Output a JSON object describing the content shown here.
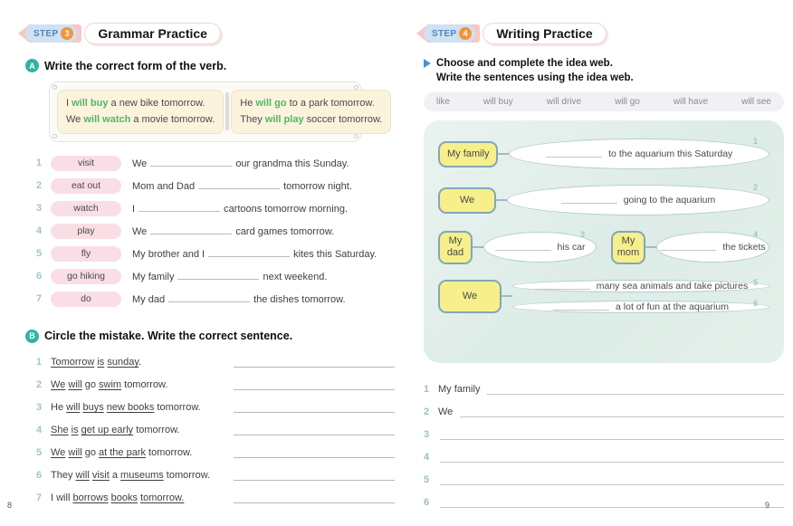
{
  "colors": {
    "green_highlight": "#4cb964",
    "pink_pill": "#fadee5",
    "teal_badge": "#33b39f",
    "orange_step": "#f0953a",
    "step_blue": "#4f86c0",
    "panel_mint": "#e6f1ed",
    "yellow_box": "#f6ef8b"
  },
  "page_left": {
    "page_number": "8",
    "step_label": "STEP",
    "step_number": "3",
    "step_title": "Grammar Practice",
    "section_a": {
      "badge": "A",
      "title": "Write the correct form of the verb.",
      "example_left": [
        {
          "segments": [
            {
              "text": "I "
            },
            {
              "text": "will buy",
              "green": true
            },
            {
              "text": " a new bike tomorrow."
            }
          ]
        },
        {
          "segments": [
            {
              "text": "We "
            },
            {
              "text": "will watch",
              "green": true
            },
            {
              "text": " a movie tomorrow."
            }
          ]
        }
      ],
      "example_right": [
        {
          "segments": [
            {
              "text": "He "
            },
            {
              "text": "will go",
              "green": true
            },
            {
              "text": " to a park tomorrow."
            }
          ]
        },
        {
          "segments": [
            {
              "text": "They "
            },
            {
              "text": "will play",
              "green": true
            },
            {
              "text": " soccer tomorrow."
            }
          ]
        }
      ],
      "items": [
        {
          "num": "1",
          "verb": "visit",
          "before": "We",
          "after": "our grandma this Sunday."
        },
        {
          "num": "2",
          "verb": "eat out",
          "before": "Mom and Dad",
          "after": "tomorrow night."
        },
        {
          "num": "3",
          "verb": "watch",
          "before": "I",
          "after": "cartoons tomorrow morning."
        },
        {
          "num": "4",
          "verb": "play",
          "before": "We",
          "after": "card games tomorrow."
        },
        {
          "num": "5",
          "verb": "fly",
          "before": "My brother and I",
          "after": "kites this Saturday."
        },
        {
          "num": "6",
          "verb": "go hiking",
          "before": "My family",
          "after": "next weekend."
        },
        {
          "num": "7",
          "verb": "do",
          "before": "My dad",
          "after": "the dishes tomorrow."
        }
      ]
    },
    "section_b": {
      "badge": "B",
      "title": "Circle the mistake. Write the correct sentence.",
      "items": [
        {
          "num": "1",
          "segments": [
            {
              "text": "Tomorrow",
              "u": true
            },
            {
              "text": " "
            },
            {
              "text": "is",
              "u": true
            },
            {
              "text": " "
            },
            {
              "text": "sunday",
              "u": true
            },
            {
              "text": "."
            }
          ]
        },
        {
          "num": "2",
          "segments": [
            {
              "text": "We",
              "u": true
            },
            {
              "text": " "
            },
            {
              "text": "will",
              "u": true
            },
            {
              "text": " go "
            },
            {
              "text": "swim",
              "u": true
            },
            {
              "text": " tomorrow."
            }
          ]
        },
        {
          "num": "3",
          "segments": [
            {
              "text": "He "
            },
            {
              "text": "will",
              "u": true
            },
            {
              "text": " "
            },
            {
              "text": "buys",
              "u": true
            },
            {
              "text": " "
            },
            {
              "text": "new books",
              "u": true
            },
            {
              "text": " tomorrow."
            }
          ]
        },
        {
          "num": "4",
          "segments": [
            {
              "text": "She",
              "u": true
            },
            {
              "text": " "
            },
            {
              "text": "is",
              "u": true
            },
            {
              "text": " "
            },
            {
              "text": "get up early",
              "u": true
            },
            {
              "text": " tomorrow."
            }
          ]
        },
        {
          "num": "5",
          "segments": [
            {
              "text": "We",
              "u": true
            },
            {
              "text": " "
            },
            {
              "text": "will",
              "u": true
            },
            {
              "text": " go "
            },
            {
              "text": "at the park",
              "u": true
            },
            {
              "text": " tomorrow."
            }
          ]
        },
        {
          "num": "6",
          "segments": [
            {
              "text": "They "
            },
            {
              "text": "will",
              "u": true
            },
            {
              "text": " "
            },
            {
              "text": "visit",
              "u": true
            },
            {
              "text": " a "
            },
            {
              "text": "museums",
              "u": true
            },
            {
              "text": " tomorrow."
            }
          ]
        },
        {
          "num": "7",
          "segments": [
            {
              "text": "I will "
            },
            {
              "text": "borrows",
              "u": true
            },
            {
              "text": " "
            },
            {
              "text": "books",
              "u": true
            },
            {
              "text": " "
            },
            {
              "text": "tomorrow.",
              "u": true
            }
          ]
        }
      ]
    }
  },
  "page_right": {
    "page_number": "9",
    "step_label": "STEP",
    "step_number": "4",
    "step_title": "Writing Practice",
    "instruction_line1": "Choose and complete the idea web.",
    "instruction_line2": "Write the sentences using the idea web.",
    "word_bank": [
      "like",
      "will buy",
      "will drive",
      "will go",
      "will have",
      "will see"
    ],
    "web_rows": [
      {
        "items": [
          {
            "subject": "My family",
            "bubbles": [
              {
                "num": "1",
                "text": "to the aquarium this Saturday"
              }
            ]
          }
        ]
      },
      {
        "items": [
          {
            "subject": "We",
            "bubbles": [
              {
                "num": "2",
                "text": "going to the aquarium"
              }
            ]
          }
        ]
      },
      {
        "items": [
          {
            "subject": "My dad",
            "narrow": true,
            "bubbles": [
              {
                "num": "3",
                "text": "his car"
              }
            ]
          },
          {
            "subject": "My mom",
            "narrow": true,
            "bubbles": [
              {
                "num": "4",
                "text": "the tickets"
              }
            ]
          }
        ]
      },
      {
        "items": [
          {
            "subject": "We",
            "tall": true,
            "bubbles": [
              {
                "num": "5",
                "text": "many sea animals and take pictures",
                "small": true
              },
              {
                "num": "6",
                "text": "a lot of fun at the aquarium",
                "small": true
              }
            ]
          }
        ]
      }
    ],
    "write_lines": [
      {
        "num": "1",
        "prefix": "My family"
      },
      {
        "num": "2",
        "prefix": "We"
      },
      {
        "num": "3",
        "prefix": ""
      },
      {
        "num": "4",
        "prefix": ""
      },
      {
        "num": "5",
        "prefix": ""
      },
      {
        "num": "6",
        "prefix": ""
      }
    ]
  }
}
